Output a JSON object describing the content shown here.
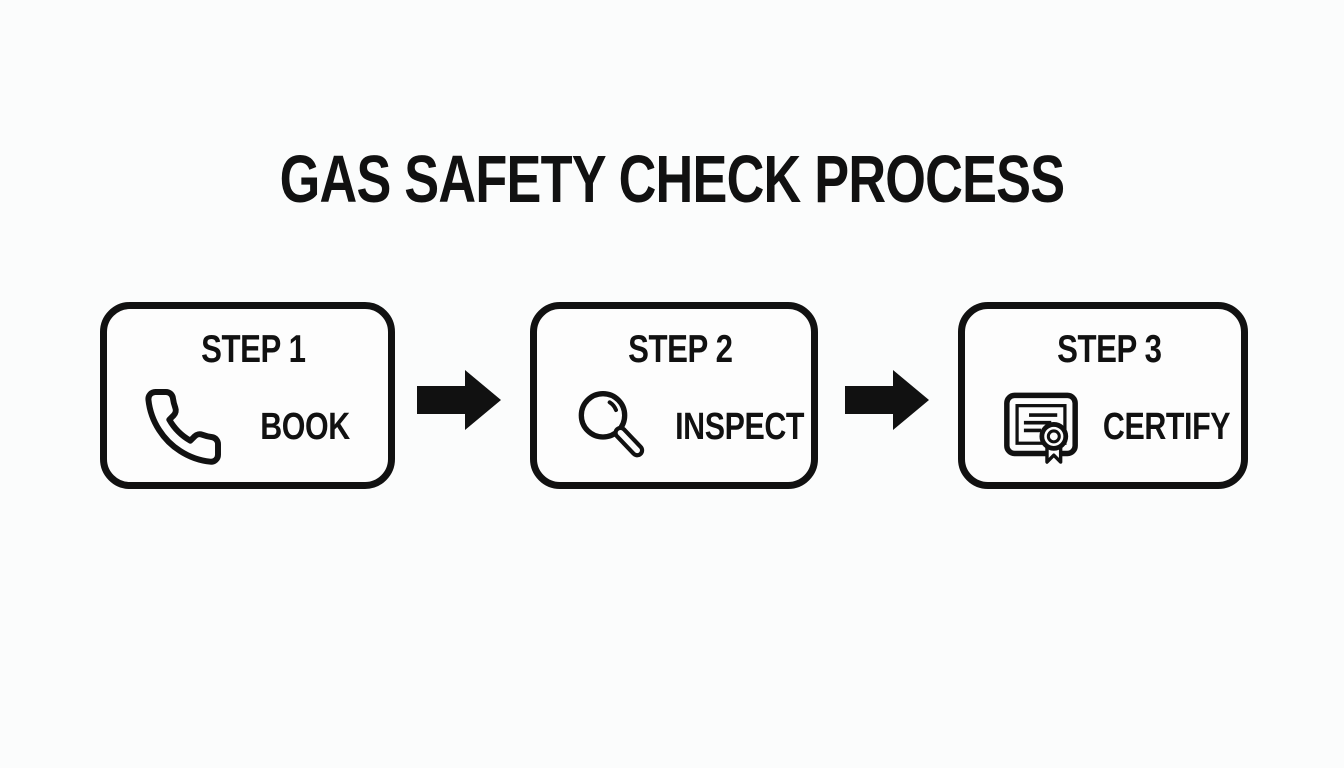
{
  "meta": {
    "background_color": "#fbfcfc",
    "ink_color": "#111111"
  },
  "title": "GAS SAFETY CHECK PROCESS",
  "steps": [
    {
      "step_label": "STEP 1",
      "action_label": "BOOK",
      "icon": "phone-icon"
    },
    {
      "step_label": "STEP 2",
      "action_label": "INSPECT",
      "icon": "magnifier-icon"
    },
    {
      "step_label": "STEP 3",
      "action_label": "CERTIFY",
      "icon": "certificate-icon"
    }
  ],
  "connectors": [
    {
      "type": "arrow-right"
    },
    {
      "type": "arrow-right"
    }
  ]
}
